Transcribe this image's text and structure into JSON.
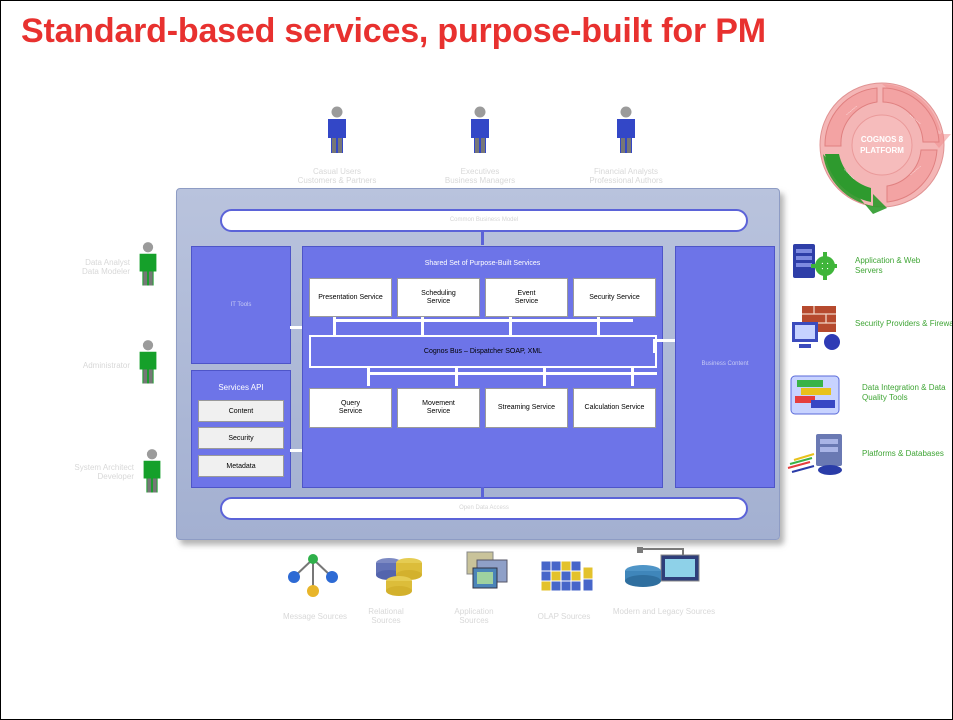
{
  "title": "Standard-based services, purpose-built for PM",
  "top_users": [
    {
      "line1": "Casual Users",
      "line2": "Customers & Partners"
    },
    {
      "line1": "Executives",
      "line2": "Business Managers"
    },
    {
      "line1": "Financial Analysts",
      "line2": "Professional Authors"
    }
  ],
  "left_users": [
    {
      "line1": "Data Analyst",
      "line2": "Data Modeler"
    },
    {
      "line1": "Administrator",
      "line2": ""
    },
    {
      "line1": "System Architect",
      "line2": "Developer"
    }
  ],
  "platform": {
    "top_bar": "Common Business Model",
    "bottom_bar": "Open Data Access",
    "it_tools": "IT Tools",
    "business_content": "Business Content",
    "shared_title": "Shared Set of Purpose-Built Services",
    "bus": "Cognos Bus – Dispatcher SOAP, XML",
    "top_services": [
      {
        "line1": "Presentation Service",
        "line2": ""
      },
      {
        "line1": "Scheduling",
        "line2": "Service"
      },
      {
        "line1": "Event",
        "line2": "Service"
      },
      {
        "line1": "Security Service",
        "line2": ""
      }
    ],
    "bottom_services": [
      {
        "line1": "Query",
        "line2": "Service"
      },
      {
        "line1": "Movement",
        "line2": "Service"
      },
      {
        "line1": "Streaming Service",
        "line2": ""
      },
      {
        "line1": "Calculation Service",
        "line2": ""
      }
    ],
    "services_api": {
      "title": "Services API",
      "items": [
        "Content",
        "Security",
        "Metadata"
      ]
    }
  },
  "right_items": [
    {
      "line1": "Application & Web",
      "line2": "Servers",
      "icon": "server-gear-icon"
    },
    {
      "line1": "Security Providers & Firewa",
      "line2": "",
      "icon": "firewall-icon"
    },
    {
      "line1": "Data Integration & Data",
      "line2": "Quality Tools",
      "icon": "data-integration-icon"
    },
    {
      "line1": "Platforms & Databases",
      "line2": "",
      "icon": "database-icon"
    }
  ],
  "sources": [
    {
      "line1": "Message Sources",
      "line2": "",
      "icon": "message-sources-icon"
    },
    {
      "line1": "Relational",
      "line2": "Sources",
      "icon": "relational-db-icon"
    },
    {
      "line1": "Application",
      "line2": "Sources",
      "icon": "application-sources-icon"
    },
    {
      "line1": "OLAP Sources",
      "line2": "",
      "icon": "olap-cube-icon"
    },
    {
      "line1": "Modern and Legacy Sources",
      "line2": "",
      "icon": "legacy-sources-icon"
    }
  ],
  "cycle": {
    "center_line1": "COGNOS 8",
    "center_line2": "PLATFORM"
  },
  "colors": {
    "title": "#e8312f",
    "service_blue": "#6d74e8",
    "accent_green": "#3fa535",
    "cycle_pink": "#f0a4a4"
  }
}
